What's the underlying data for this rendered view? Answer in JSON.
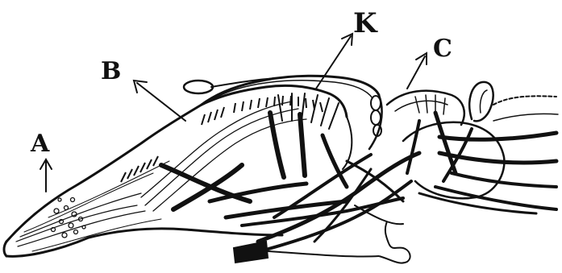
{
  "labels": {
    "a": "A",
    "b": "B",
    "c": "C",
    "k": "K"
  },
  "colors": {
    "ink": "#111111",
    "paper": "#ffffff"
  }
}
